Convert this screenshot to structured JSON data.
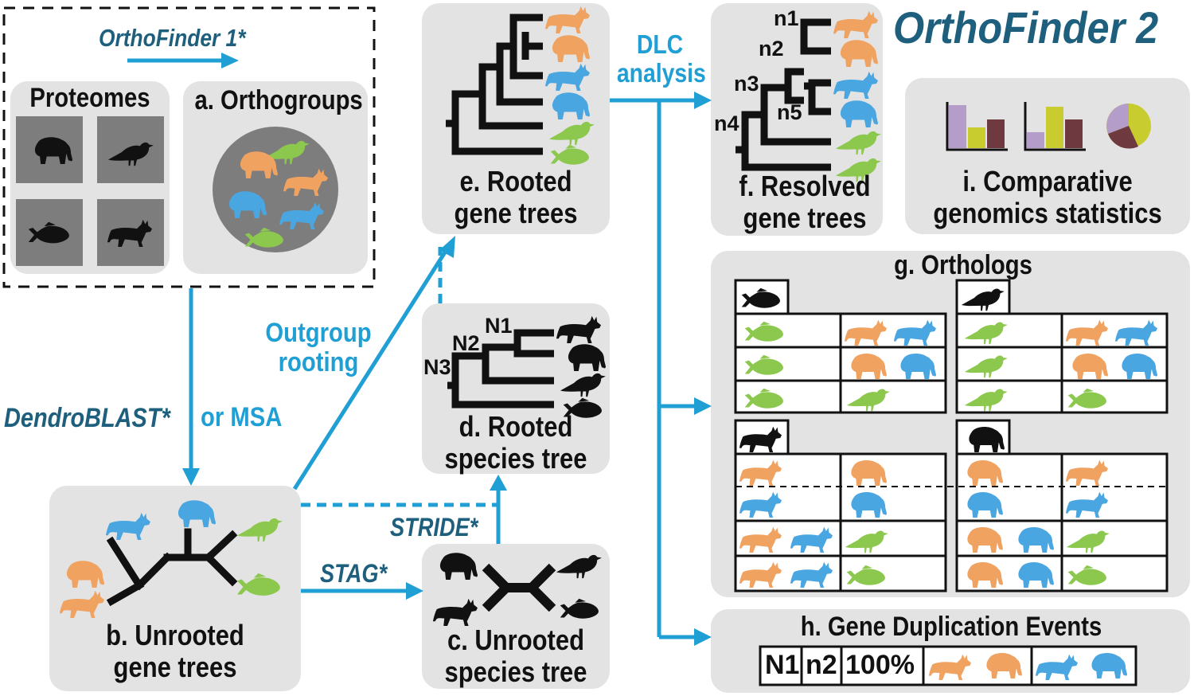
{
  "title": "OrthoFinder 2",
  "colors": {
    "orange": "#f0a260",
    "blue": "#4aa6e0",
    "green": "#8cc84e",
    "accent": "#1f9fd4",
    "dark_blue": "#1d5f7c",
    "box": "#e3e3e3"
  },
  "inputs": {
    "method_title": "OrthoFinder 1*",
    "proteomes": "Proteomes",
    "orthogroups": "a. Orthogroups"
  },
  "boxes": {
    "b_line1": "b. Unrooted",
    "b_line2": "gene trees",
    "c_line1": "c. Unrooted",
    "c_line2": "species tree",
    "d_line1": "d. Rooted",
    "d_line2": "species tree",
    "e_line1": "e. Rooted",
    "e_line2": "gene trees",
    "f_line1": "f. Resolved",
    "f_line2": "gene trees",
    "g": "g. Orthologs",
    "h": "h. Gene Duplication Events",
    "i_line1": "i. Comparative",
    "i_line2": "genomics statistics"
  },
  "arrows": {
    "dendro": "DendroBLAST*",
    "or_msa": "or MSA",
    "outgroup_1": "Outgroup",
    "outgroup_2": "rooting",
    "stag": "STAG*",
    "stride": "STRIDE*",
    "dlc_1": "DLC",
    "dlc_2": "analysis"
  },
  "species_nodes": {
    "n1": "N1",
    "n2": "N2",
    "n3": "N3"
  },
  "gene_nodes": {
    "n1": "n1",
    "n2": "n2",
    "n3": "n3",
    "n4": "n4",
    "n5": "n5"
  },
  "duplication_table": {
    "col1": "N1",
    "col2": "n2",
    "col3": "100%"
  },
  "icons": [
    "elephant-icon",
    "bird-icon",
    "fish-icon",
    "wolf-icon"
  ]
}
